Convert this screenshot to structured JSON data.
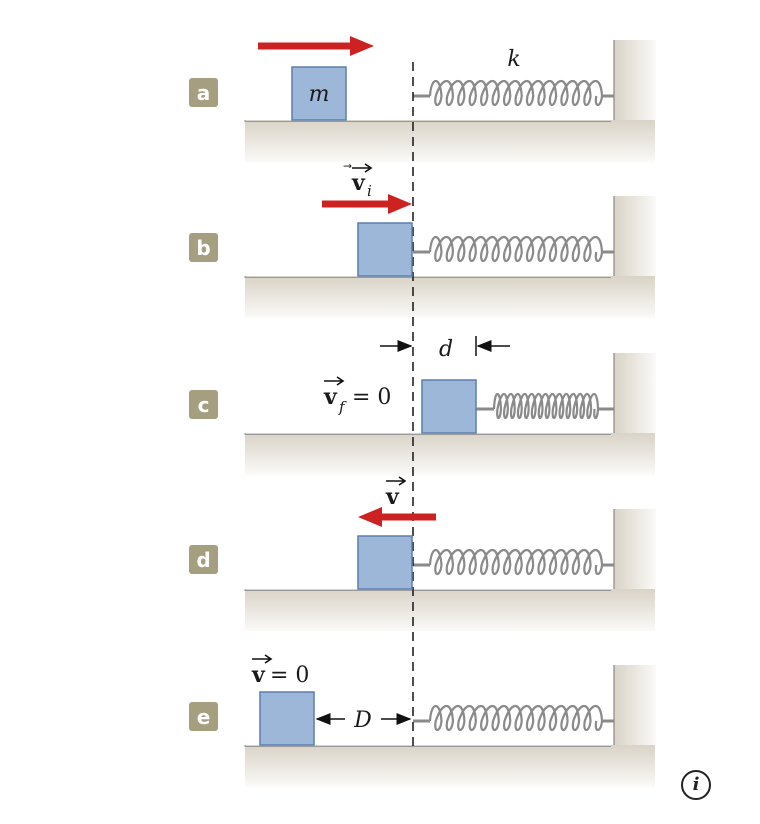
{
  "panels": [
    {
      "badge": "a"
    },
    {
      "badge": "b"
    },
    {
      "badge": "c"
    },
    {
      "badge": "d"
    },
    {
      "badge": "e"
    }
  ],
  "labels": {
    "mass": "m",
    "spring_constant": "k",
    "v_initial_symbol": "v",
    "v_initial_subscript": "i",
    "v_final_symbol": "v",
    "v_final_subscript": "f",
    "v_final_value": "= 0",
    "compression": "d",
    "v_symbol": "v",
    "v_zero_symbol": "v",
    "v_zero_value": "= 0",
    "distance": "D"
  },
  "info_icon_glyph": "i",
  "colors": {
    "arrow": "#cc2222",
    "block": "#9db7d8",
    "block_edge": "#5b7fae",
    "badge": "#a59f80",
    "floor_top": "#d8d2c6",
    "floor_bottom": "#f4f1ec",
    "spring": "#8a8a8a"
  }
}
